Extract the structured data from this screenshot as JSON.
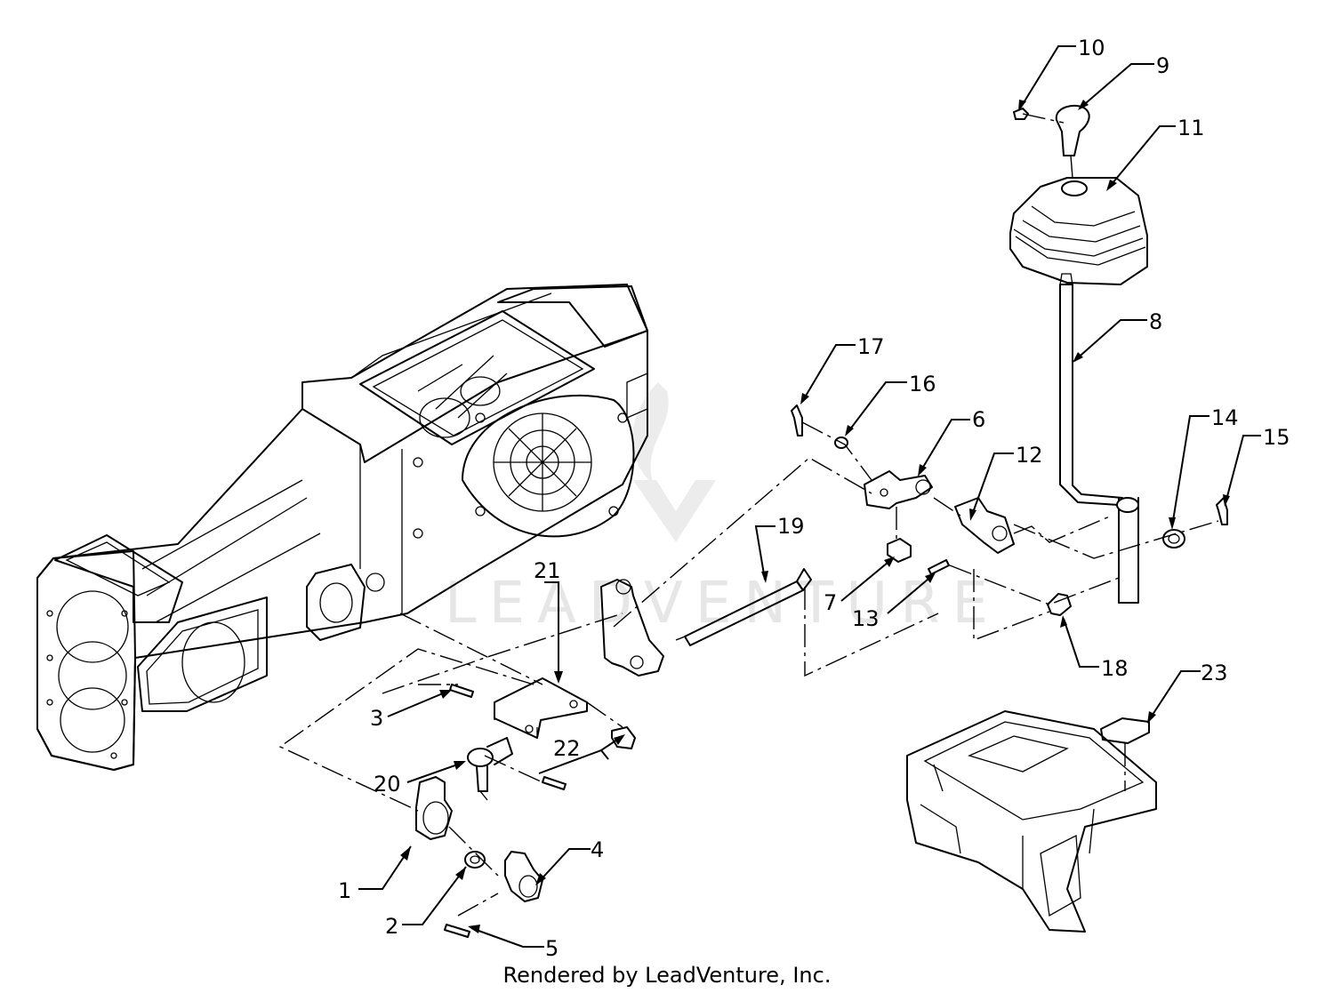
{
  "watermark": {
    "text": "LEADVENTURE"
  },
  "footer": {
    "credit": "Rendered by LeadVenture, Inc."
  },
  "callouts": [
    {
      "id": "1",
      "label": "1"
    },
    {
      "id": "2",
      "label": "2"
    },
    {
      "id": "3",
      "label": "3"
    },
    {
      "id": "4",
      "label": "4"
    },
    {
      "id": "5",
      "label": "5"
    },
    {
      "id": "6",
      "label": "6"
    },
    {
      "id": "7",
      "label": "7"
    },
    {
      "id": "8",
      "label": "8"
    },
    {
      "id": "9",
      "label": "9"
    },
    {
      "id": "10",
      "label": "10"
    },
    {
      "id": "11",
      "label": "11"
    },
    {
      "id": "12",
      "label": "12"
    },
    {
      "id": "13",
      "label": "13"
    },
    {
      "id": "14",
      "label": "14"
    },
    {
      "id": "15",
      "label": "15"
    },
    {
      "id": "16",
      "label": "16"
    },
    {
      "id": "17",
      "label": "17"
    },
    {
      "id": "18",
      "label": "18"
    },
    {
      "id": "19",
      "label": "19"
    },
    {
      "id": "20",
      "label": "20"
    },
    {
      "id": "21",
      "label": "21"
    },
    {
      "id": "22",
      "label": "22"
    },
    {
      "id": "23",
      "label": "23"
    }
  ]
}
